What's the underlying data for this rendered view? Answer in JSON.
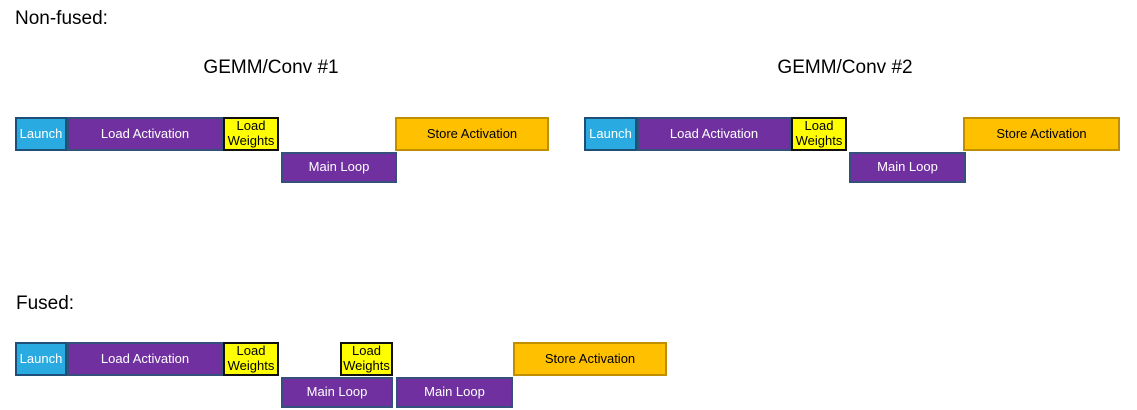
{
  "diagram": {
    "colors": {
      "launch_fill": "#29abe2",
      "compute_fill": "#7030a0",
      "weights_fill": "#ffff00",
      "store_fill": "#ffc000"
    },
    "non_fused": {
      "heading": "Non-fused:",
      "kernels": [
        {
          "title": "GEMM/Conv #1",
          "blocks": [
            {
              "label": "Launch",
              "color": "cyan"
            },
            {
              "label": "Load Activation",
              "color": "purple"
            },
            {
              "label": "Load Weights",
              "color": "yellow"
            },
            {
              "label": "Main Loop",
              "color": "purple"
            },
            {
              "label": "Store Activation",
              "color": "orange"
            }
          ]
        },
        {
          "title": "GEMM/Conv #2",
          "blocks": [
            {
              "label": "Launch",
              "color": "cyan"
            },
            {
              "label": "Load Activation",
              "color": "purple"
            },
            {
              "label": "Load Weights",
              "color": "yellow"
            },
            {
              "label": "Main Loop",
              "color": "purple"
            },
            {
              "label": "Store Activation",
              "color": "orange"
            }
          ]
        }
      ]
    },
    "fused": {
      "heading": "Fused:",
      "blocks": [
        {
          "label": "Launch",
          "color": "cyan"
        },
        {
          "label": "Load Activation",
          "color": "purple"
        },
        {
          "label": "Load Weights",
          "color": "yellow"
        },
        {
          "label": "Main Loop",
          "color": "purple"
        },
        {
          "label": "Load Weights",
          "color": "yellow"
        },
        {
          "label": "Main Loop",
          "color": "purple"
        },
        {
          "label": "Store Activation",
          "color": "orange"
        }
      ]
    }
  }
}
